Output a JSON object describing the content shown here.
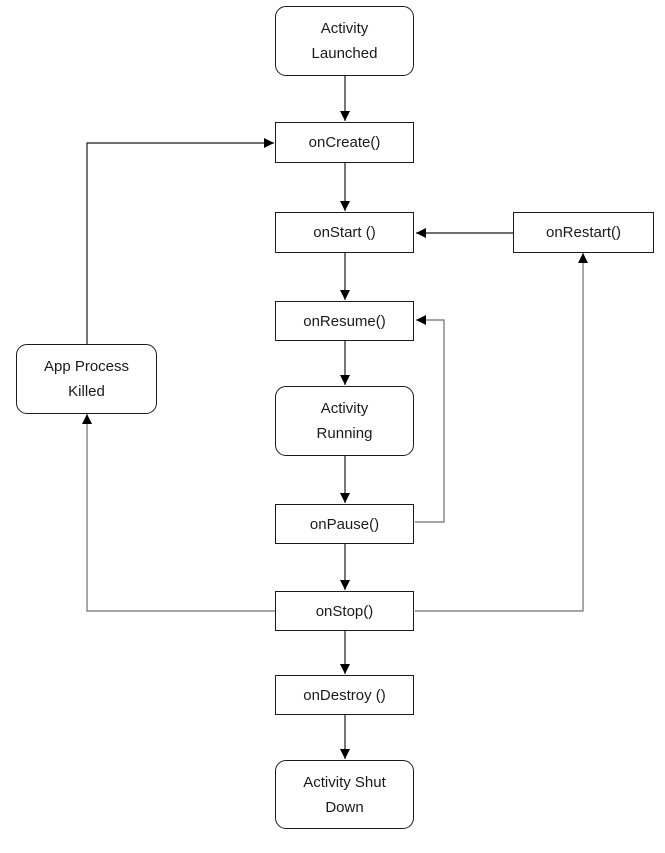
{
  "nodes": {
    "activity_launched": {
      "lines": [
        "Activity",
        "Launched"
      ]
    },
    "on_create": {
      "lines": [
        "onCreate()"
      ]
    },
    "on_start": {
      "lines": [
        "onStart ()"
      ]
    },
    "on_restart": {
      "lines": [
        "onRestart()"
      ]
    },
    "on_resume": {
      "lines": [
        "onResume()"
      ]
    },
    "app_process_killed": {
      "lines": [
        "App Process",
        "Killed"
      ]
    },
    "activity_running": {
      "lines": [
        "Activity",
        "Running"
      ]
    },
    "on_pause": {
      "lines": [
        "onPause()"
      ]
    },
    "on_stop": {
      "lines": [
        "onStop()"
      ]
    },
    "on_destroy": {
      "lines": [
        "onDestroy ()"
      ]
    },
    "activity_shut_down": {
      "lines": [
        "Activity Shut",
        "Down"
      ]
    }
  },
  "colors": {
    "stroke": "#1a1a1a",
    "flow_line": "#6e6e6e",
    "background": "#ffffff"
  }
}
